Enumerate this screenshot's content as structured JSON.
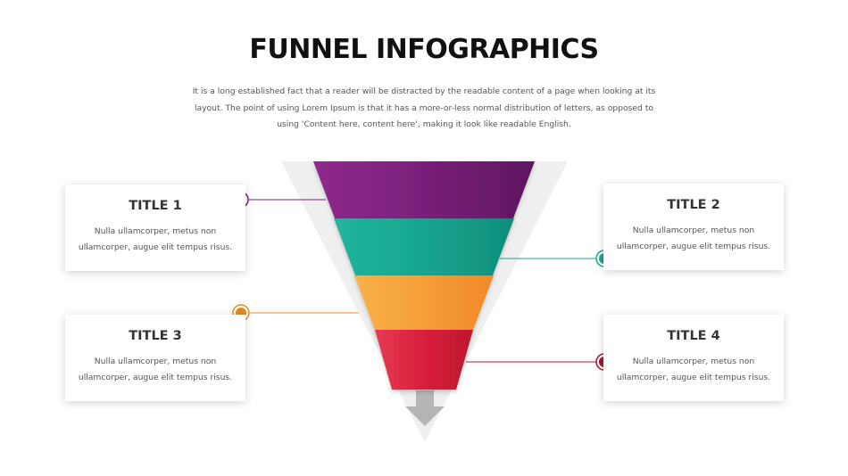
{
  "title": "FUNNEL INFOGRAPHICS",
  "description": "It is a long established fact that a reader will be distracted by the readable content of a page when looking at its layout. The point of using Lorem Ipsum is that it has a more-or-less  normal distribution of letters, as opposed to using 'Content here, content here', making it look like readable English.",
  "cards": [
    {
      "title": "TITLE 1",
      "text": "Nulla ullamcorper, metus non ullamcorper, augue elit tempus risus."
    },
    {
      "title": "TITLE 2",
      "text": "Nulla ullamcorper, metus non ullamcorper, augue elit tempus risus."
    },
    {
      "title": "TITLE 3",
      "text": "Nulla ullamcorper, metus non ullamcorper, augue elit tempus risus."
    },
    {
      "title": "TITLE 4",
      "text": "Nulla ullamcorper, metus non ullamcorper, augue elit tempus risus."
    }
  ],
  "colors": {
    "stage1": "#7b1f7a",
    "stage2": "#1aa792",
    "stage3": "#f5a43a",
    "stage4": "#d81f3c",
    "backdrop": "#efefef",
    "arrow": "#b5b5b5"
  },
  "icons": [
    "arrow-down-icon"
  ]
}
